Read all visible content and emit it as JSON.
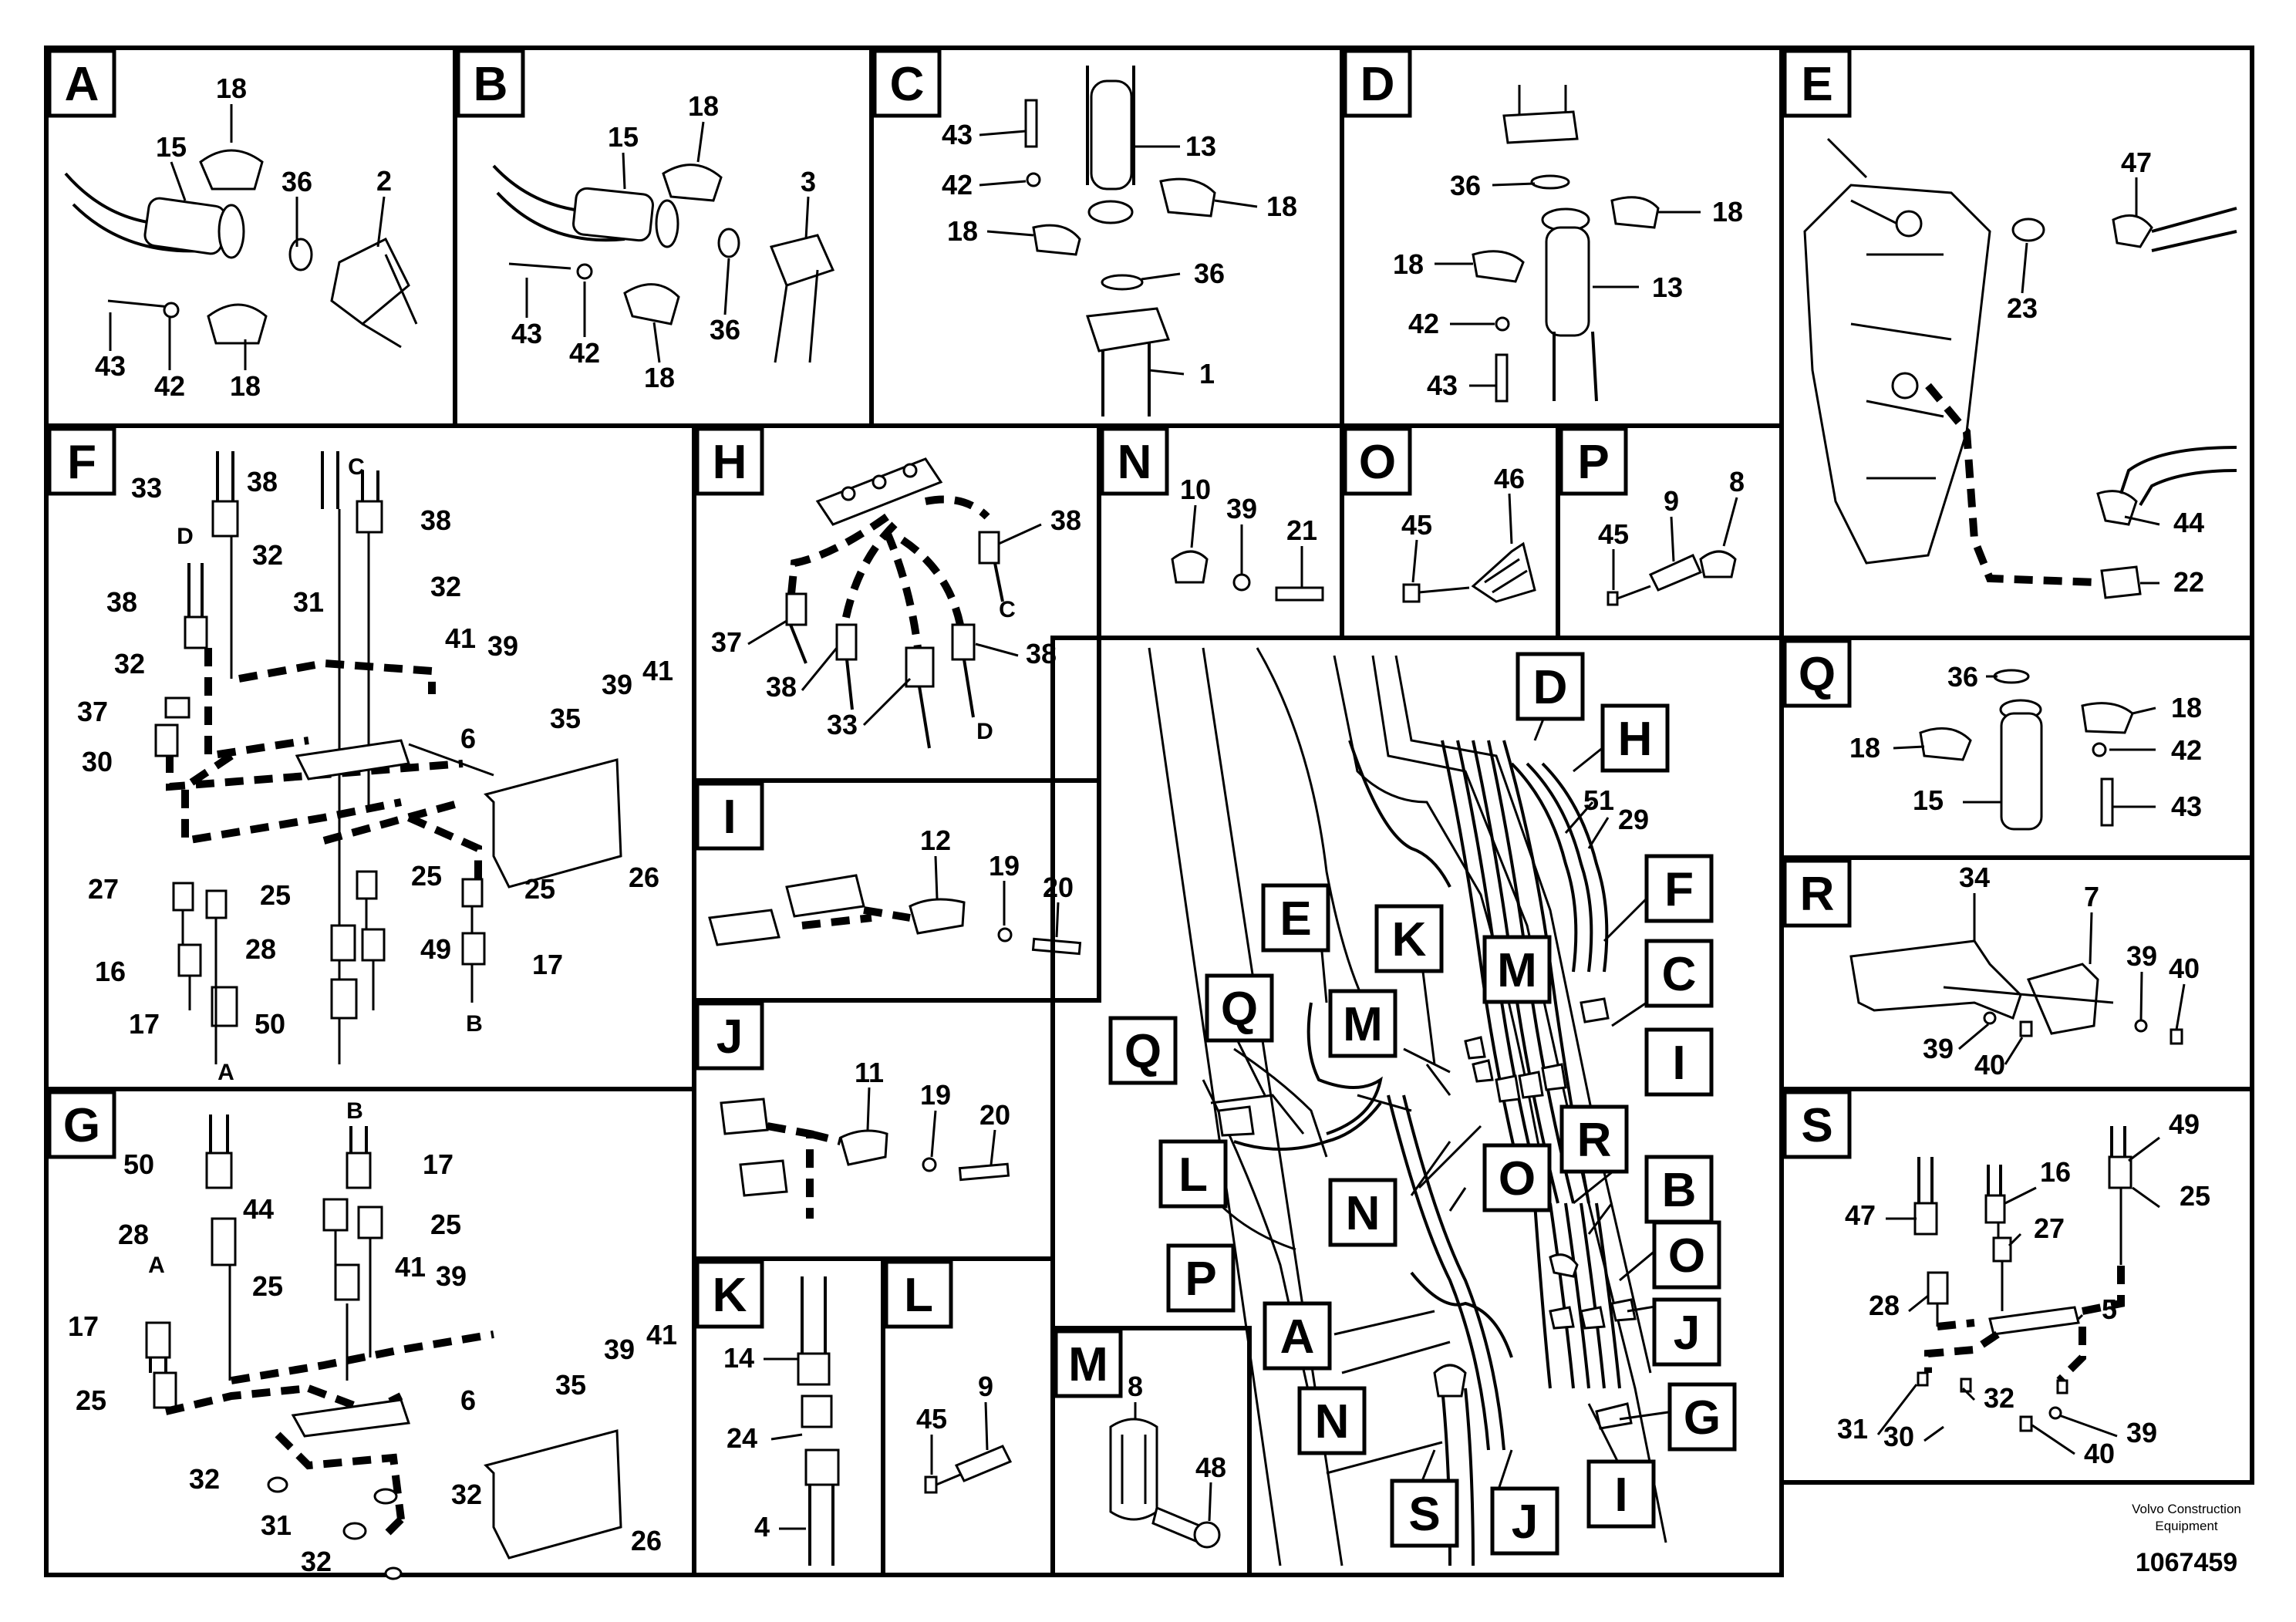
{
  "panels": [
    {
      "letter": "A",
      "labels": [
        "18",
        "15",
        "36",
        "2",
        "43",
        "42",
        "18"
      ]
    },
    {
      "letter": "B",
      "labels": [
        "18",
        "15",
        "3",
        "43",
        "42",
        "18",
        "36"
      ]
    },
    {
      "letter": "C",
      "labels": [
        "43",
        "13",
        "42",
        "18",
        "18",
        "36",
        "1"
      ]
    },
    {
      "letter": "D",
      "labels": [
        "36",
        "18",
        "18",
        "13",
        "42",
        "43"
      ]
    },
    {
      "letter": "E",
      "labels": [
        "47",
        "23",
        "44",
        "22"
      ]
    },
    {
      "letter": "F",
      "labels": [
        "33",
        "38",
        "C",
        "38",
        "D",
        "32",
        "38",
        "31",
        "32",
        "32",
        "41",
        "39",
        "37",
        "6",
        "39",
        "41",
        "35",
        "30",
        "26",
        "27",
        "25",
        "25",
        "25",
        "16",
        "28",
        "49",
        "17",
        "17",
        "50",
        "B",
        "A"
      ]
    },
    {
      "letter": "G",
      "labels": [
        "B",
        "50",
        "17",
        "44",
        "25",
        "28",
        "A",
        "41",
        "39",
        "25",
        "17",
        "6",
        "39",
        "41",
        "25",
        "35",
        "32",
        "32",
        "31",
        "32",
        "26"
      ]
    },
    {
      "letter": "H",
      "labels": [
        "38",
        "C",
        "37",
        "38",
        "38",
        "33",
        "D"
      ]
    },
    {
      "letter": "I",
      "labels": [
        "12",
        "19",
        "20"
      ]
    },
    {
      "letter": "J",
      "labels": [
        "11",
        "19",
        "20"
      ]
    },
    {
      "letter": "K",
      "labels": [
        "14",
        "24",
        "4"
      ]
    },
    {
      "letter": "L",
      "labels": [
        "9",
        "45"
      ]
    },
    {
      "letter": "M",
      "labels": [
        "8",
        "48"
      ]
    },
    {
      "letter": "N",
      "labels": [
        "10",
        "39",
        "21"
      ]
    },
    {
      "letter": "O",
      "labels": [
        "46",
        "45"
      ]
    },
    {
      "letter": "P",
      "labels": [
        "9",
        "8",
        "45"
      ]
    },
    {
      "letter": "Q",
      "labels": [
        "36",
        "18",
        "18",
        "42",
        "15",
        "43"
      ]
    },
    {
      "letter": "R",
      "labels": [
        "34",
        "7",
        "39",
        "40",
        "39",
        "40"
      ]
    },
    {
      "letter": "S",
      "labels": [
        "49",
        "16",
        "47",
        "25",
        "27",
        "28",
        "5",
        "32",
        "31",
        "30",
        "39",
        "40"
      ]
    }
  ],
  "overview": {
    "callouts": [
      "D",
      "H",
      "51",
      "29",
      "F",
      "E",
      "K",
      "M",
      "C",
      "Q",
      "M",
      "I",
      "Q",
      "L",
      "N",
      "R",
      "O",
      "B",
      "O",
      "P",
      "A",
      "J",
      "N",
      "G",
      "S",
      "J",
      "I"
    ]
  },
  "footer": {
    "company_line1": "Volvo Construction",
    "company_line2": "Equipment",
    "figure_number": "1067459"
  }
}
